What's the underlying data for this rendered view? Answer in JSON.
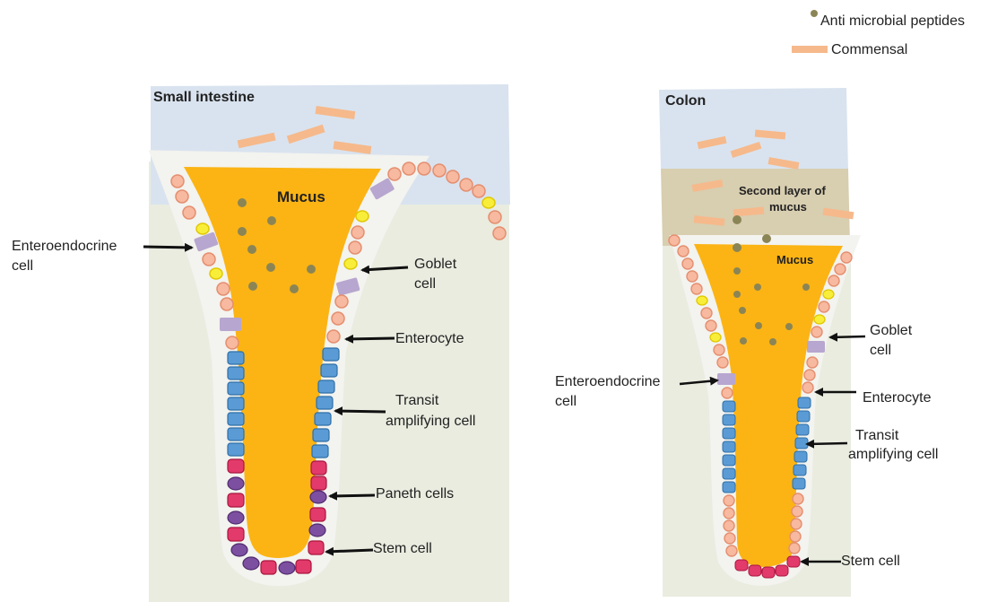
{
  "legend": {
    "amp_label": "Anti microbial peptides",
    "commensal_label": "Commensal"
  },
  "small_intestine": {
    "title": "Small intestine",
    "mucus": "Mucus",
    "labels": {
      "enteroendocrine": [
        "Enteroendocrine",
        "cell"
      ],
      "goblet": [
        "Goblet",
        "cell"
      ],
      "enterocyte": "Enterocyte",
      "transit": [
        "Transit",
        "amplifying cell"
      ],
      "paneth": "Paneth cells",
      "stem": "Stem cell"
    }
  },
  "colon": {
    "title": "Colon",
    "mucus": "Mucus",
    "second_layer": [
      "Second layer of",
      "mucus"
    ],
    "labels": {
      "goblet": [
        "Goblet",
        "cell"
      ],
      "enteroendocrine": [
        "Enteroendocrine",
        "cell"
      ],
      "enterocyte": "Enterocyte",
      "transit": [
        "Transit",
        "amplifying cell"
      ],
      "stem": "Stem cell"
    }
  },
  "colors": {
    "tissue_bg": "#e9ecdf",
    "lumen": "#d9e3ef",
    "second_mucus": "#d8ceb0",
    "mucus": "#fbb414",
    "peptide": "#8b8556",
    "commensal": "#f6b98b",
    "enterocyte": "#f7b99f",
    "goblet": "#f8ee3a",
    "enteroendocrine": "#b7a6cf",
    "transit": "#5b9bd5",
    "paneth": "#7d4fa0",
    "stem": "#e23a6a"
  }
}
